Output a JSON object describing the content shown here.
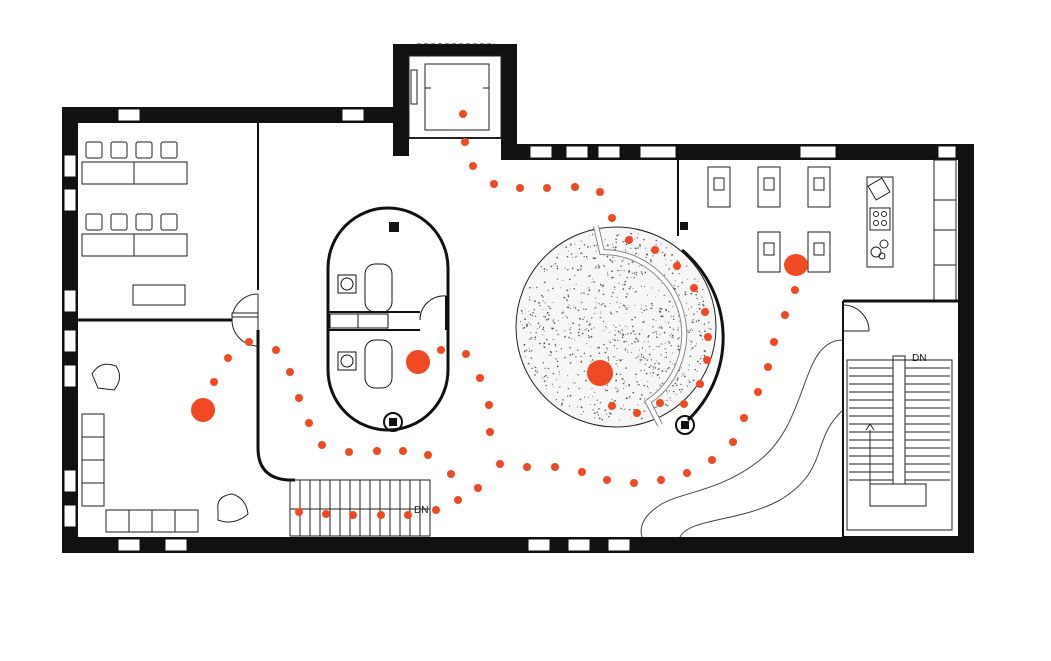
{
  "labels": {
    "stair_main": "DN",
    "stair_right": "DN"
  },
  "colors": {
    "wall": "#111111",
    "line": "#222222",
    "path": "#ef4a23",
    "terrazzo_dot": "#555555"
  },
  "icons": {
    "circulation_path": "red-dot-trail",
    "hotspot": "red-blob"
  }
}
